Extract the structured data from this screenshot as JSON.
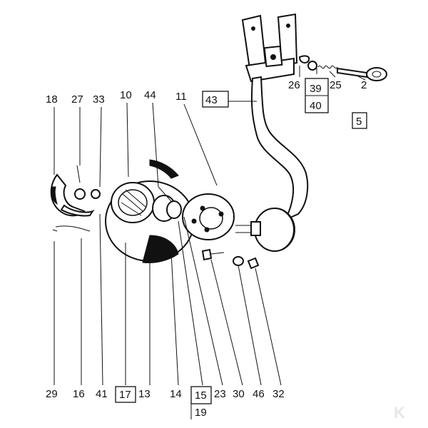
{
  "labels": {
    "l18": "18",
    "l27": "27",
    "l33": "33",
    "l10": "10",
    "l44": "44",
    "l11": "11",
    "l43": "43",
    "l26": "26",
    "l39": "39",
    "l40": "40",
    "l25": "25",
    "l2": "2",
    "l5": "5",
    "l29": "29",
    "l16": "16",
    "l41": "41",
    "l17": "17",
    "l13": "13",
    "l14": "14",
    "l15": "15",
    "l19": "19",
    "l23": "23",
    "l30": "30",
    "l46": "46",
    "l32": "32"
  },
  "watermark": "K"
}
